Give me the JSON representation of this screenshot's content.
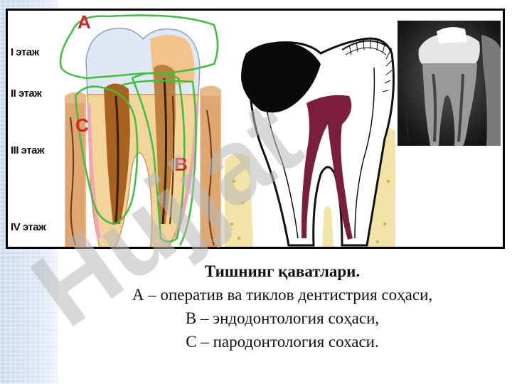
{
  "figure": {
    "floor_labels": [
      "I этаж",
      "II этаж",
      "III этаж",
      "IV этаж"
    ],
    "zone_letters": {
      "a": "A",
      "b": "B",
      "c": "C"
    },
    "colors": {
      "zone_outline": "#3fbf3f",
      "zone_letter": "#d9232a",
      "pulp": "#7a1e3c",
      "bone": "#f2e3a6"
    }
  },
  "caption": {
    "title": "Тишнинг қаватлари.",
    "lines": [
      "А – оператив ва тиклов дентистрия соҳаси,",
      "В – эндодонтология соҳаси,",
      "С – пародонтология сохаси."
    ]
  },
  "watermark": {
    "text": "Hujjat"
  }
}
